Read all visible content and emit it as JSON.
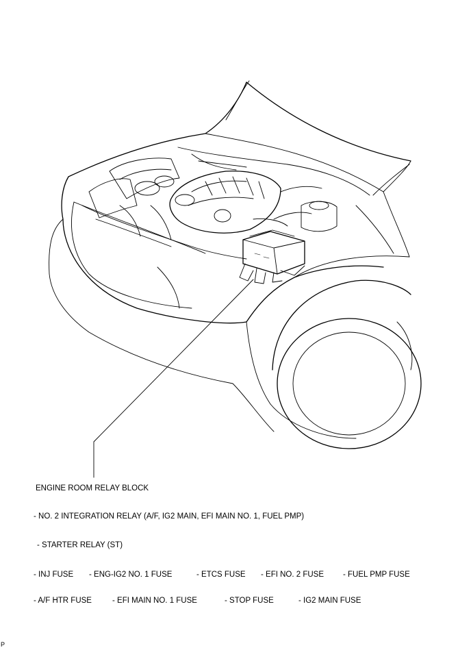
{
  "callout": {
    "title": "ENGINE ROOM RELAY BLOCK",
    "relay_line_1": "- NO. 2 INTEGRATION RELAY (A/F, IG2 MAIN, EFI MAIN NO. 1, FUEL PMP)",
    "relay_line_2": "- STARTER RELAY (ST)"
  },
  "fuses_row_1": [
    "- INJ FUSE",
    "- ENG-IG2 NO. 1 FUSE",
    "- ETCS FUSE",
    "- EFI NO. 2 FUSE",
    "- FUEL PMP FUSE"
  ],
  "fuses_row_2": [
    "- A/F HTR FUSE",
    "- EFI MAIN NO. 1 FUSE",
    "- STOP FUSE",
    "- IG2 MAIN FUSE"
  ],
  "figure_code": "P"
}
